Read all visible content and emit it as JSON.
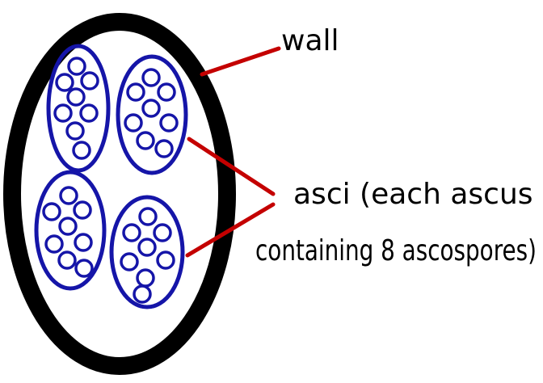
{
  "labels": {
    "wall": "wall",
    "asci_line1": "asci (each ascus",
    "asci_line2": "containing 8 ascospores)"
  },
  "colors": {
    "wall": "#000000",
    "ascus": "#1515a8",
    "leader_lines": "#c40000",
    "text": "#000000",
    "background": "#ffffff"
  },
  "structure": {
    "asci_count": 4,
    "ascospores_per_ascus": 8
  }
}
